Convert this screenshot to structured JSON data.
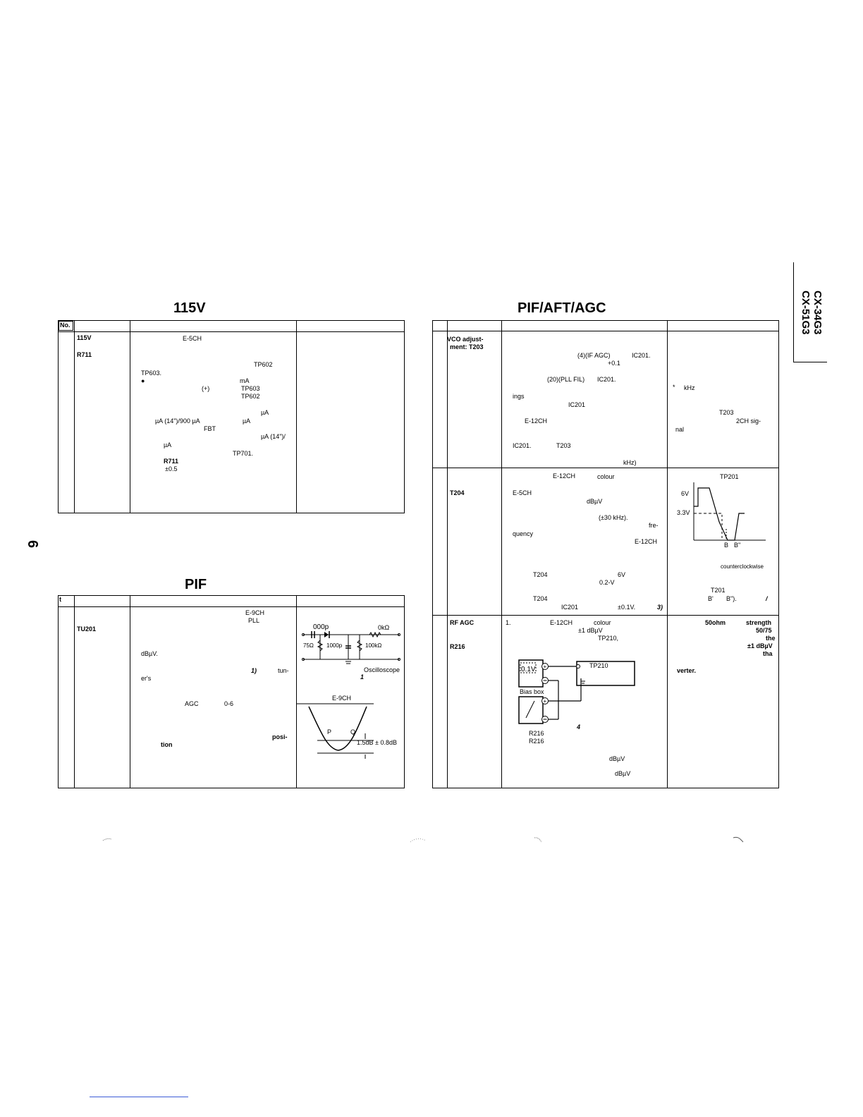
{
  "side_label": {
    "line1": "CX-34G3",
    "line2": "CX-51G3"
  },
  "page_number": "6",
  "table_115v": {
    "heading": "115V",
    "no_header": "No.",
    "col2": [
      "115V",
      "R711"
    ],
    "col3": [
      "E-5CH",
      "TP602",
      "TP603.",
      "●",
      "mA",
      "(+)",
      "TP603",
      "TP602",
      "µA",
      "µA (14\")/900 µA",
      "µA",
      "FBT",
      "µA (14\")/",
      "µA",
      "TP701.",
      "R711",
      "±0.5"
    ]
  },
  "table_pif": {
    "heading": "PIF",
    "no_header": "t",
    "col2": [
      "TU201"
    ],
    "col3": [
      "E-9CH",
      "PLL",
      "dBµV.",
      "1)",
      "tun-",
      "er's",
      "AGC",
      "0-6",
      "posi-",
      "tion"
    ],
    "circuit": {
      "cap": "000p",
      "res": "0kΩ",
      "r75": "75Ω",
      "c1000": "1000p",
      "r100k": "100kΩ",
      "scope": "Oscilloscope",
      "fig": "1"
    },
    "curve": {
      "title": "E-9CH",
      "p": "P",
      "q": "Q",
      "spec": "1.5dB ± 0.8dB"
    }
  },
  "table_agc": {
    "heading": "PIF/AFT/AGC",
    "row1_col2": [
      "VCO adjust-",
      "ment: T203"
    ],
    "row1_col3": [
      "(4)(IF AGC)",
      "IC201.",
      "+0.1",
      "(20)(PLL FIL)",
      "IC201.",
      "ings",
      "IC201",
      "E-12CH",
      "IC201.",
      "T203",
      "kHz)"
    ],
    "row1_col4": [
      "*",
      "kHz",
      "T203",
      "2CH sig-",
      "nal"
    ],
    "row2_col2": [
      "T204"
    ],
    "row2_col3": [
      "E-12CH",
      "colour",
      "E-5CH",
      "dBµV",
      "(±30 kHz).",
      "fre-",
      "quency",
      "E-12CH",
      "T204",
      "6V",
      "0.2-V",
      "T204",
      "IC201",
      "±0.1V.",
      "3)"
    ],
    "row2_col4": [
      "TP201",
      "6V",
      "3.3V",
      "B",
      "B\"",
      "counterclockwise",
      "T201",
      "B'",
      "B\").",
      "/"
    ],
    "row3_col2": [
      "RF AGC",
      "R216"
    ],
    "row3_col3": [
      "1.",
      "E-12CH",
      "colour",
      "±1 dBµV",
      "TP210,",
      "0.1V",
      "TP210",
      "Bias box",
      "4",
      "R216",
      "R216",
      "dBµV",
      "dBµV"
    ],
    "row3_col4": [
      "50ohm",
      "strength",
      "50/75",
      "the",
      "±1 dBµV",
      "tha",
      "verter."
    ]
  }
}
